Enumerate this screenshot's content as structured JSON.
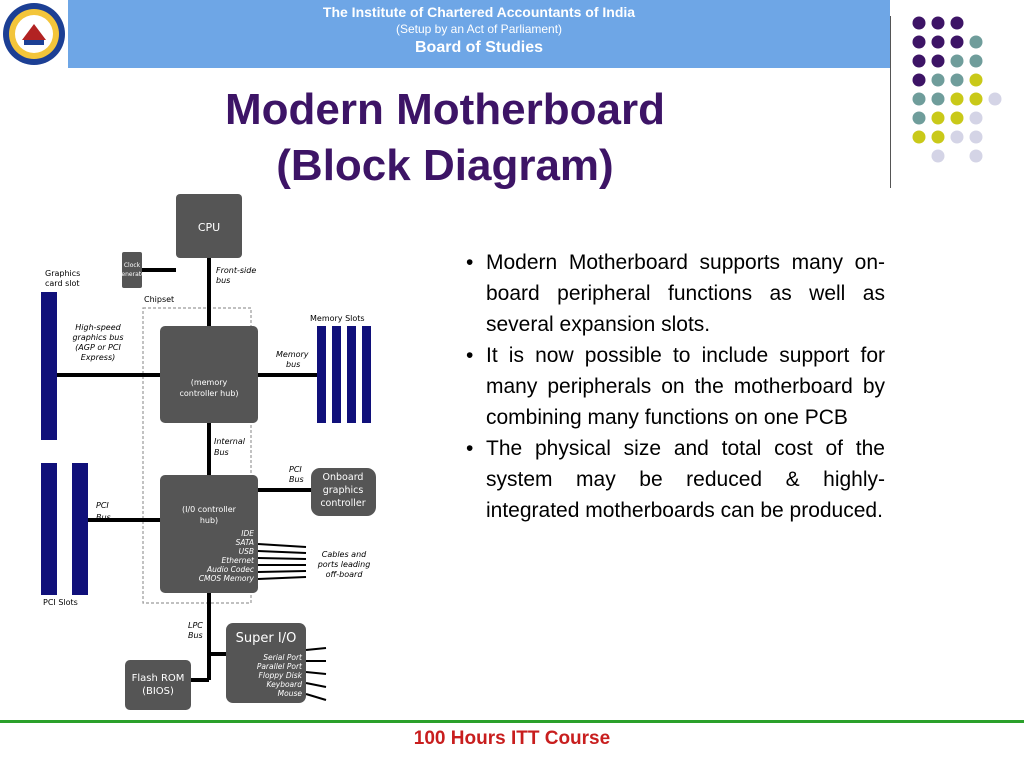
{
  "header": {
    "line1": "The Institute of Chartered Accountants of India",
    "line2": "(Setup by an Act of Parliament)",
    "line3": "Board of Studies"
  },
  "title": {
    "line1": "Modern Motherboard",
    "line2": "(Block Diagram)"
  },
  "diagram": {
    "cpu": "CPU",
    "clock_line1": "Clock",
    "clock_line2": "Generator",
    "graphics_slot_line1": "Graphics",
    "graphics_slot_line2": "card slot",
    "front_side_line1": "Front-side",
    "front_side_line2": "bus",
    "chipset": "Chipset",
    "memory_slots": "Memory Slots",
    "hs_bus_line1": "High-speed",
    "hs_bus_line2": "graphics bus",
    "hs_bus_line3": "(AGP or PCI",
    "hs_bus_line4": "Express)",
    "mch_line1": "(memory",
    "mch_line2": "controller hub)",
    "memory_bus_line1": "Memory",
    "memory_bus_line2": "bus",
    "internal_bus_line1": "Internal",
    "internal_bus_line2": "Bus",
    "pci_bus_right_line1": "PCI",
    "pci_bus_right_line2": "Bus",
    "onboard_line1": "Onboard",
    "onboard_line2": "graphics",
    "onboard_line3": "controller",
    "pci_bus_left_line1": "PCI",
    "pci_bus_left_line2": "Bus",
    "ich_line1": "(I/0 controller",
    "ich_line2": "hub)",
    "ich_features": [
      "IDE",
      "SATA",
      "USB",
      "Ethernet",
      "Audio Codec",
      "CMOS Memory"
    ],
    "cables_line1": "Cables and",
    "cables_line2": "ports leading",
    "cables_line3": "off-board",
    "pci_slots": "PCI Slots",
    "lpc_line1": "LPC",
    "lpc_line2": "Bus",
    "super_io": "Super I/O",
    "super_io_features": [
      "Serial Port",
      "Parallel Port",
      "Floppy Disk",
      "Keyboard",
      "Mouse"
    ],
    "flash_line1": "Flash ROM",
    "flash_line2": "(BIOS)"
  },
  "bullets": [
    "Modern Motherboard supports many on-board peripheral functions as well as several expansion slots.",
    "It is now possible to include support for many peripherals on the motherboard by combining many functions on one PCB",
    "The physical size and total cost of the system may be reduced & highly-integrated motherboards can be produced."
  ],
  "footer": "100 Hours ITT Course",
  "colors": {
    "header_band": "#6ea6e6",
    "title": "#3d1466",
    "footer_text": "#c81e1e",
    "footer_line": "#2aa02a",
    "chip_box": "#555555",
    "slot_blue": "#10107a",
    "dot_purple": "#3d1466",
    "dot_teal": "#6f9d9b",
    "dot_yellow": "#c9c919",
    "dot_lavender": "#d4d4e6"
  }
}
